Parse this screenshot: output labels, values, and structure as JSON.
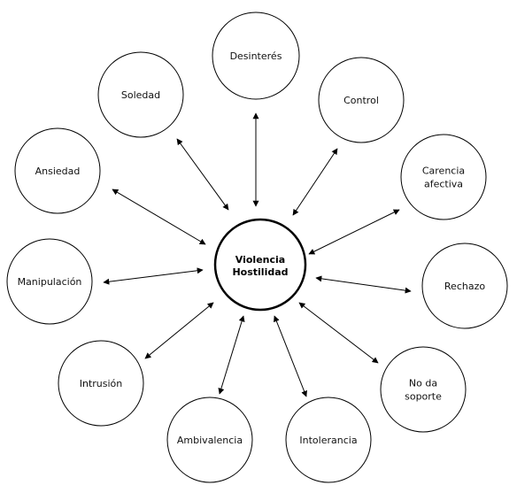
{
  "center": {
    "lines": [
      "Violencia",
      "Hostilidad"
    ]
  },
  "nodes": [
    {
      "id": "desinteres",
      "lines": [
        "Desinterés"
      ]
    },
    {
      "id": "control",
      "lines": [
        "Control"
      ]
    },
    {
      "id": "carencia-afectiva",
      "lines": [
        "Carencia",
        "afectiva"
      ]
    },
    {
      "id": "rechazo",
      "lines": [
        "Rechazo"
      ]
    },
    {
      "id": "no-da-soporte",
      "lines": [
        "No da",
        "soporte"
      ]
    },
    {
      "id": "intolerancia",
      "lines": [
        "Intolerancia"
      ]
    },
    {
      "id": "ambivalencia",
      "lines": [
        "Ambivalencia"
      ]
    },
    {
      "id": "intrusion",
      "lines": [
        "Intrusión"
      ]
    },
    {
      "id": "manipulacion",
      "lines": [
        "Manipulación"
      ]
    },
    {
      "id": "ansiedad",
      "lines": [
        "Ansiedad"
      ]
    },
    {
      "id": "soledad",
      "lines": [
        "Soledad"
      ]
    }
  ],
  "connection_type": "bidirectional-arrow"
}
